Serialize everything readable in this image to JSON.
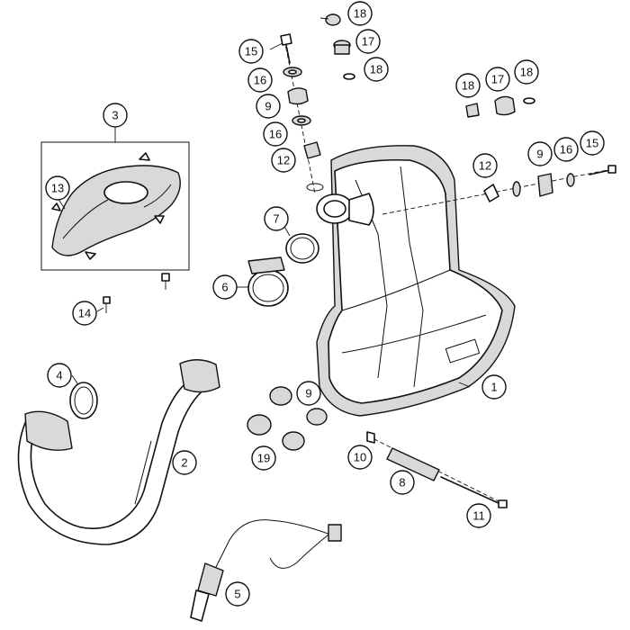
{
  "callouts": {
    "c1": "1",
    "c2": "2",
    "c3": "3",
    "c4": "4",
    "c5": "5",
    "c6": "6",
    "c7": "7",
    "c8": "8",
    "c9a": "9",
    "c9b": "9",
    "c9c": "9",
    "c10": "10",
    "c11": "11",
    "c12a": "12",
    "c12b": "12",
    "c13": "13",
    "c14": "14",
    "c15a": "15",
    "c15b": "15",
    "c16a": "16",
    "c16b": "16",
    "c16c": "16",
    "c17a": "17",
    "c17b": "17",
    "c18a": "18",
    "c18b": "18",
    "c18c": "18",
    "c18d": "18",
    "c19": "19"
  },
  "colors": {
    "line": "#111111",
    "shade": "#d9d9d9",
    "background": "#ffffff"
  }
}
